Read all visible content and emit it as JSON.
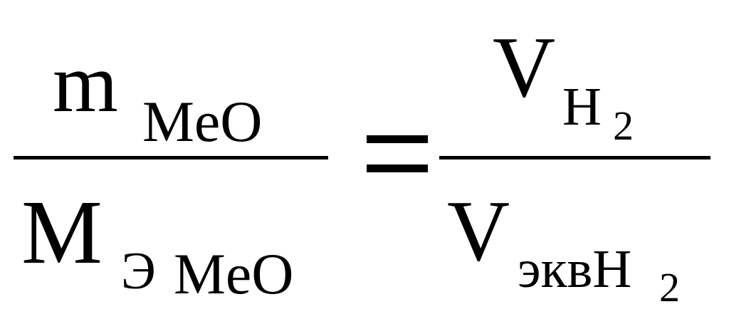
{
  "formula": {
    "left": {
      "numerator": {
        "symbol": "m",
        "subscript": "MeO"
      },
      "denominator": {
        "symbol": "M",
        "subscript_prefix": "Э",
        "subscript": "MeO"
      }
    },
    "operator": "=",
    "right": {
      "numerator": {
        "symbol": "V",
        "subscript": "H",
        "subscript_index": "2"
      },
      "denominator": {
        "symbol": "V",
        "subscript": "эквH",
        "subscript_index": "2"
      }
    }
  }
}
